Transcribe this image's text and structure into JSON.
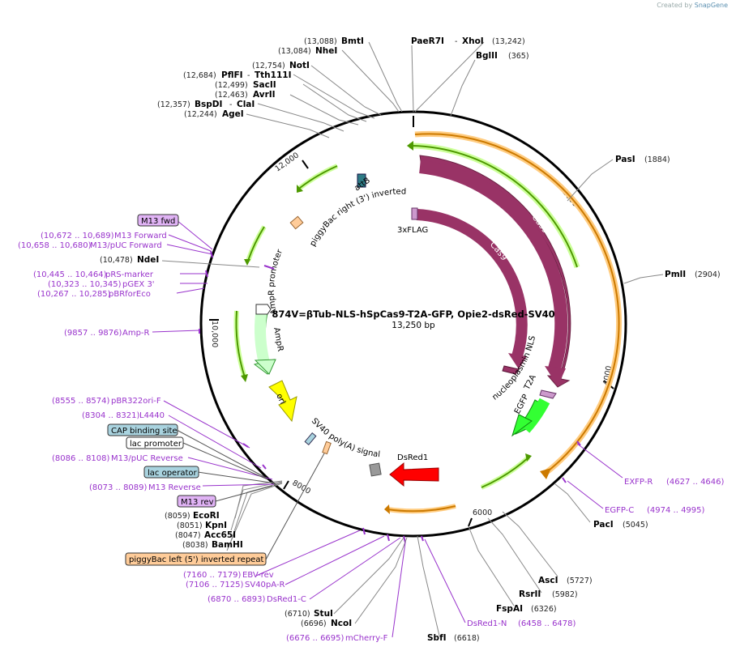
{
  "branding": {
    "prefix": "Created by",
    "name": "SnapGene"
  },
  "plasmid": {
    "name": "874V=βTub-NLS-hSpCas9-T2A-GFP, Opie2-dsRed-SV40",
    "length": "13,250 bp"
  },
  "ruler": [
    "2000",
    "4000",
    "6000",
    "8000",
    "10,000",
    "12,000"
  ],
  "sites": [
    {
      "name": "BmtI",
      "pos": "(13,088)"
    },
    {
      "name": "NheI",
      "pos": "(13,084)"
    },
    {
      "name": "NotI",
      "pos": "(12,754)"
    },
    {
      "name": "PflFI",
      "pos": "(12,684)"
    },
    {
      "name": "Tth111I",
      "pos": ""
    },
    {
      "name": "SacII",
      "pos": "(12,499)"
    },
    {
      "name": "AvrII",
      "pos": "(12,463)"
    },
    {
      "name": "BspDI",
      "pos": "(12,357)"
    },
    {
      "name": "ClaI",
      "pos": ""
    },
    {
      "name": "AgeI",
      "pos": "(12,244)"
    },
    {
      "name": "PaeR7I",
      "pos": ""
    },
    {
      "name": "XhoI",
      "pos": "(13,242)"
    },
    {
      "name": "BglII",
      "pos": "(365)"
    },
    {
      "name": "PasI",
      "pos": "(1884)"
    },
    {
      "name": "PmlI",
      "pos": "(2904)"
    },
    {
      "name": "NdeI",
      "pos": "(10,478)"
    },
    {
      "name": "EcoRI",
      "pos": "(8059)"
    },
    {
      "name": "KpnI",
      "pos": "(8051)"
    },
    {
      "name": "Acc65I",
      "pos": "(8047)"
    },
    {
      "name": "BamHI",
      "pos": "(8038)"
    },
    {
      "name": "PacI",
      "pos": "(5045)"
    },
    {
      "name": "AscI",
      "pos": "(5727)"
    },
    {
      "name": "RsrII",
      "pos": "(5982)"
    },
    {
      "name": "FspAI",
      "pos": "(6326)"
    },
    {
      "name": "SbfI",
      "pos": "(6618)"
    },
    {
      "name": "StuI",
      "pos": "(6710)"
    },
    {
      "name": "NcoI",
      "pos": "(6696)"
    }
  ],
  "primers": [
    {
      "name": "M13 Forward",
      "pos": "(10,672 .. 10,689)"
    },
    {
      "name": "M13/pUC Forward",
      "pos": "(10,658 .. 10,680)"
    },
    {
      "name": "pRS-marker",
      "pos": "(10,445 .. 10,464)"
    },
    {
      "name": "pGEX 3'",
      "pos": "(10,323 .. 10,345)"
    },
    {
      "name": "pBRforEco",
      "pos": "(10,267 .. 10,285)"
    },
    {
      "name": "Amp-R",
      "pos": "(9857 .. 9876)"
    },
    {
      "name": "pBR322ori-F",
      "pos": "(8555 .. 8574)"
    },
    {
      "name": "L4440",
      "pos": "(8304 .. 8321)"
    },
    {
      "name": "M13/pUC Reverse",
      "pos": "(8086 .. 8108)"
    },
    {
      "name": "M13 Reverse",
      "pos": "(8073 .. 8089)"
    },
    {
      "name": "EXFP-R",
      "pos": "(4627 .. 4646)"
    },
    {
      "name": "EGFP-C",
      "pos": "(4974 .. 4995)"
    },
    {
      "name": "EBV-rev",
      "pos": "(7160 .. 7179)"
    },
    {
      "name": "SV40pA-R",
      "pos": "(7106 .. 7125)"
    },
    {
      "name": "DsRed1-C",
      "pos": "(6870 .. 6893)"
    },
    {
      "name": "mCherry-F",
      "pos": "(6676 .. 6695)"
    },
    {
      "name": "DsRed1-N",
      "pos": "(6458 .. 6478)"
    }
  ],
  "boxed_features": [
    {
      "name": "M13 fwd",
      "color": "#e0b3f5"
    },
    {
      "name": "CAP binding site",
      "color": "#a9d3df"
    },
    {
      "name": "lac promoter",
      "color": "#ffffff"
    },
    {
      "name": "lac operator",
      "color": "#a9d3df"
    },
    {
      "name": "M13 rev",
      "color": "#e0b3f5"
    },
    {
      "name": "piggyBac left (5') inverted repeat",
      "color": "#ffcc99"
    }
  ],
  "features": {
    "cas9_outer": "Cas9",
    "cas9_inner": "Cas9",
    "flag": "3xFLAG",
    "nls": "nucleoplasmin NLS",
    "t2a": "T2A",
    "egfp": "EGFP",
    "dsred": "DsRed1",
    "sv40": "SV40 poly(A) signal",
    "ori": "ori",
    "ampr": "AmpR",
    "ampr_promoter": "AmpR promoter",
    "piggybac_right": "piggyBac right (3') inverted repeat",
    "attb": "attB"
  },
  "colors": {
    "cas9": "#993366",
    "egfp": "#33ff33",
    "dsred": "#ff0000",
    "ori": "#ffff00",
    "ampr": "#ccffcc",
    "attb": "#2e7b85",
    "primer": "#9933cc",
    "orf": "#4d9900",
    "orange_orf": "#cc7a00"
  }
}
